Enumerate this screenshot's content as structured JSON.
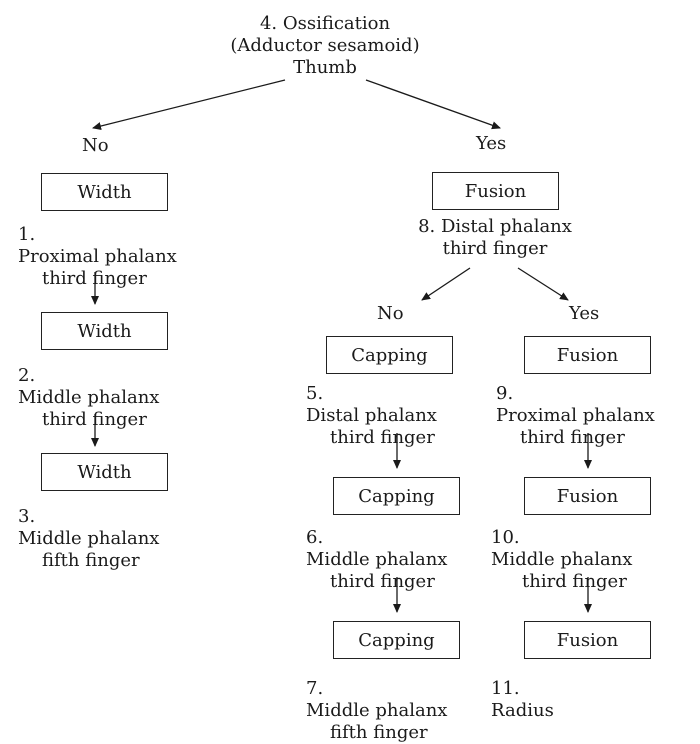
{
  "root": {
    "line1": "4.  Ossification",
    "line2": "(Adductor sesamoid)",
    "line3": "Thumb",
    "no": "No",
    "yes": "Yes"
  },
  "left": {
    "box1": "Width",
    "step1_num": "1.",
    "step1_l1": "Proximal phalanx",
    "step1_l2": "third finger",
    "box2": "Width",
    "step2_num": "2.",
    "step2_l1": "Middle phalanx",
    "step2_l2": "third finger",
    "box3": "Width",
    "step3_num": "3.",
    "step3_l1": "Middle phalanx",
    "step3_l2": "fifth finger"
  },
  "right": {
    "box_top": "Fusion",
    "step8_l1": "8.  Distal phalanx",
    "step8_l2": "third finger",
    "no": "No",
    "yes": "Yes",
    "no_branch": {
      "box1": "Capping",
      "step5_num": "5.",
      "step5_l1": "Distal phalanx",
      "step5_l2": "third finger",
      "box2": "Capping",
      "step6_num": "6.",
      "step6_l1": "Middle phalanx",
      "step6_l2": "third finger",
      "box3": "Capping",
      "step7_num": "7.",
      "step7_l1": "Middle phalanx",
      "step7_l2": "fifth finger"
    },
    "yes_branch": {
      "box1": "Fusion",
      "step9_num": "9.",
      "step9_l1": "Proximal phalanx",
      "step9_l2": "third finger",
      "box2": "Fusion",
      "step10_num": "10.",
      "step10_l1": "Middle phalanx",
      "step10_l2": "third finger",
      "box3": "Fusion",
      "step11_num": "11.",
      "step11_l1": "Radius"
    }
  }
}
